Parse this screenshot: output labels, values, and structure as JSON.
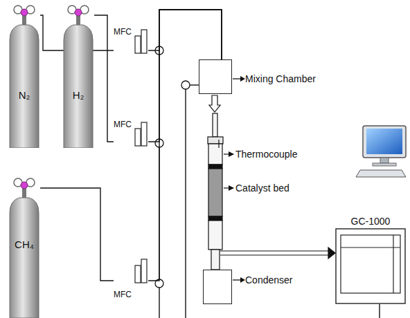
{
  "diagram": {
    "nodes": [
      {
        "text": [
          "N₂"
        ]
      },
      {
        "text": [
          "H₂"
        ]
      },
      {
        "text": [
          "CH₄"
        ]
      },
      {
        "text": [
          "MFC"
        ]
      },
      {
        "text": [
          "MFC"
        ]
      },
      {
        "text": [
          "MFC"
        ]
      },
      {
        "text": [
          "Mixing Chamber"
        ]
      },
      {
        "text": [
          "Condenser"
        ]
      },
      {
        "text": [
          "GC-1000"
        ]
      }
    ],
    "edges": [
      {
        "from": 0,
        "to": 3,
        "arrow": "none"
      },
      {
        "from": 1,
        "to": 4,
        "arrow": "none"
      },
      {
        "from": 2,
        "to": 5,
        "arrow": "none"
      },
      {
        "from": 3,
        "to": 6,
        "arrow": "none"
      },
      {
        "from": 4,
        "to": 6,
        "arrow": "none"
      },
      {
        "from": 5,
        "to": 6,
        "arrow": "none"
      }
    ],
    "labels": [
      "Thermocouple",
      "Catalyst bed"
    ]
  }
}
